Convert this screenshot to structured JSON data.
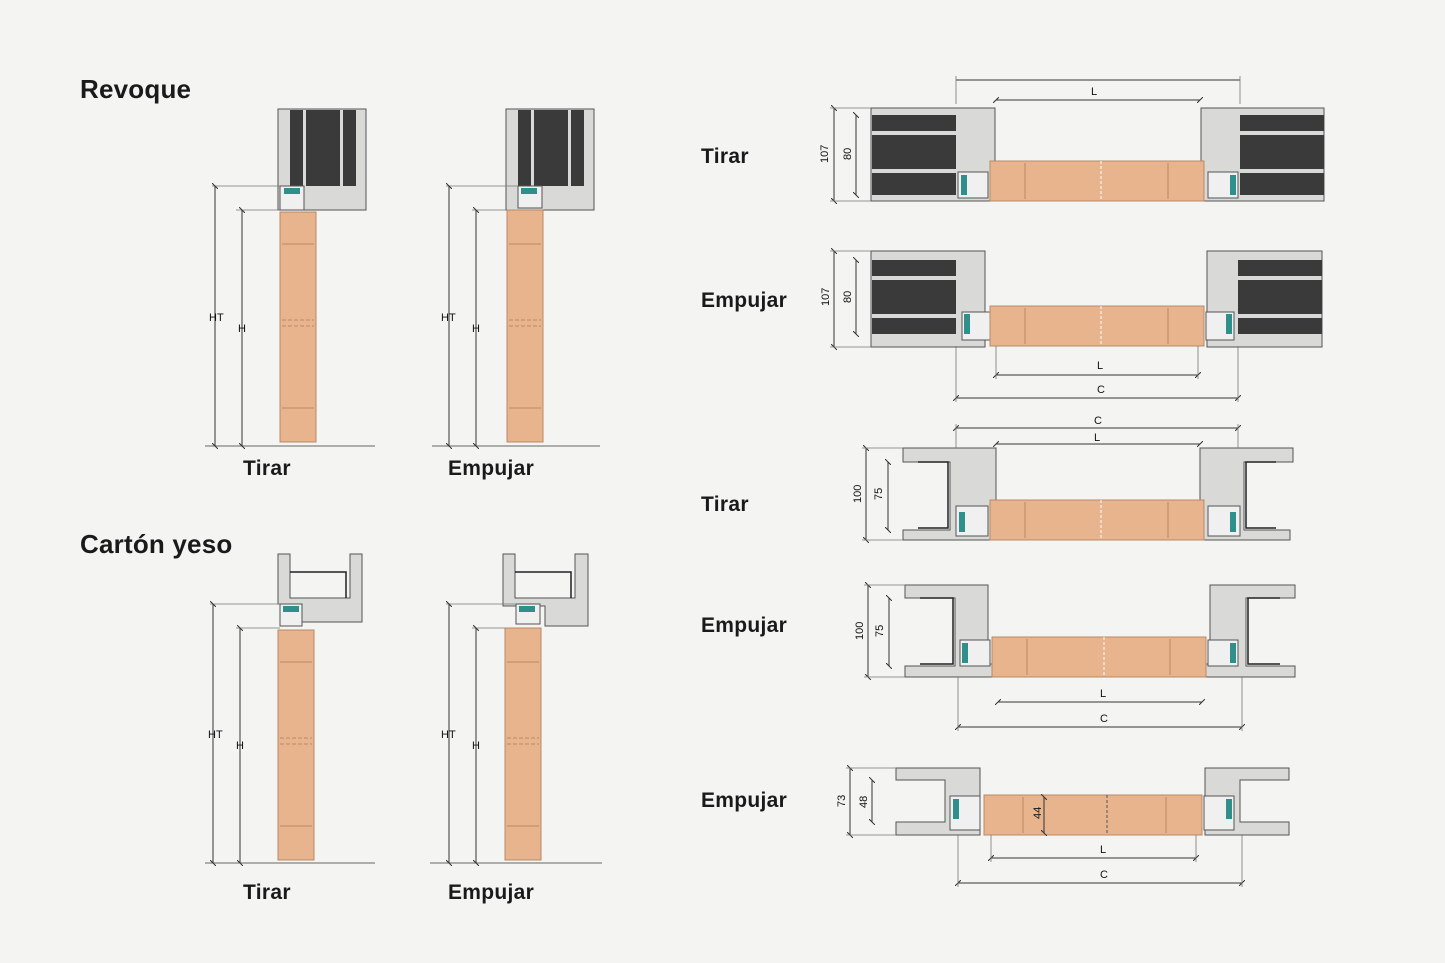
{
  "sections": {
    "revoque": "Revoque",
    "carton_yeso": "Cartón yeso"
  },
  "labels": {
    "tirar": "Tirar",
    "empujar": "Empujar"
  },
  "dimensions": {
    "ht": "HT",
    "h": "H",
    "l": "L",
    "c": "C",
    "d107": "107",
    "d80": "80",
    "d100": "100",
    "d75": "75",
    "d73": "73",
    "d48": "48",
    "d44": "44"
  },
  "colors": {
    "background": "#f4f4f2",
    "wood": "#e7b48e",
    "wood_edge": "#b98a66",
    "plaster": "#d9d9d7",
    "brick": "#3a3a3a",
    "gasket": "#2f8f8a",
    "line": "#333333"
  }
}
